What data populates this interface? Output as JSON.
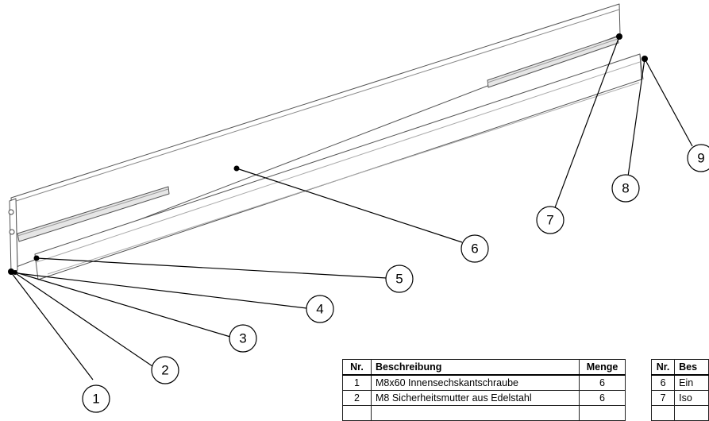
{
  "callouts": [
    "1",
    "2",
    "3",
    "4",
    "5",
    "6",
    "7",
    "8",
    "9"
  ],
  "table_left": {
    "headers": {
      "nr": "Nr.",
      "desc": "Beschreibung",
      "menge": "Menge"
    },
    "rows": [
      {
        "nr": "1",
        "desc": "M8x60 Innensechskantschraube",
        "menge": "6"
      },
      {
        "nr": "2",
        "desc": "M8 Sicherheitsmutter aus Edelstahl",
        "menge": "6"
      }
    ]
  },
  "table_right": {
    "headers": {
      "nr": "Nr.",
      "desc": "Bes"
    },
    "rows": [
      {
        "nr": "6",
        "desc": "Ein"
      },
      {
        "nr": "7",
        "desc": "Iso"
      }
    ]
  }
}
